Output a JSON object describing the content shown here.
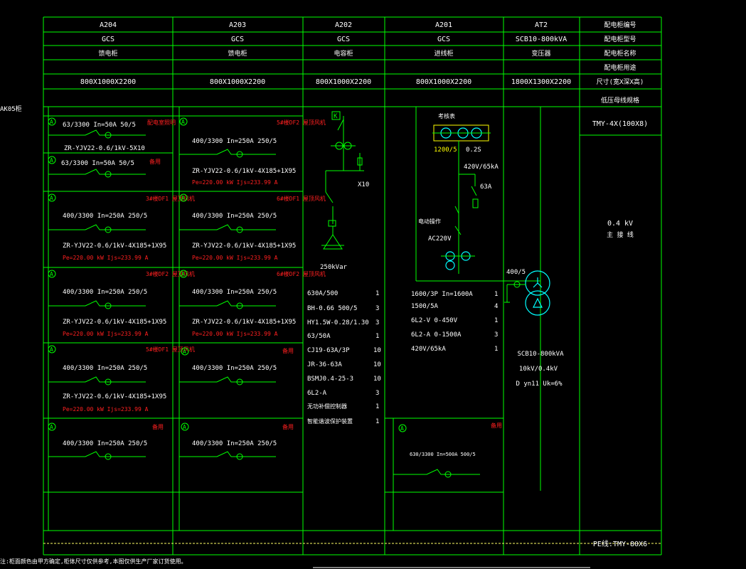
{
  "header": {
    "numbers": [
      "A204",
      "A203",
      "A202",
      "A201",
      "AT2"
    ],
    "models": [
      "GCS",
      "GCS",
      "GCS",
      "GCS",
      "SCB10-800kVA"
    ],
    "names": [
      "馈电柜",
      "馈电柜",
      "电容柜",
      "进线柜",
      "变压器"
    ],
    "dims": [
      "800X1000X2200",
      "800X1000X2200",
      "800X1000X2200",
      "800X1000X2200",
      "1800X1300X2200"
    ],
    "row_labels": [
      "配电柜编号",
      "配电柜型号",
      "配电柜名称",
      "配电柜用途",
      "尺寸(宽X深X高)"
    ]
  },
  "left_edge_label": "AK05柜",
  "busbar": {
    "label": "低压母线规格",
    "spec": "TMY-4X(100X8)",
    "voltage": "0.4 kV",
    "name": "主 接 线"
  },
  "pe_label": "PE线:TMY-80X6",
  "footer_note": "注:柜面颜色由甲方确定,柜体尺寸仅供参考,本图仅供生产厂家订货使用。",
  "feeders_a204": [
    {
      "line1": "63/3300  In=50A 50/5",
      "cable": "ZR-YJV22-0.6/1kV-5X10",
      "tag": "配电室照明",
      "power": ""
    },
    {
      "line1": "63/3300  In=50A 50/5",
      "cable": "",
      "tag": "备用",
      "power": ""
    },
    {
      "line1": "400/3300  In=250A 250/5",
      "cable": "ZR-YJV22-0.6/1kV-4X185+1X95",
      "tag": "3#楼DF1 屋顶风机",
      "power": "Pe=220.00 kW  Ijs=233.99 A"
    },
    {
      "line1": "400/3300  In=250A 250/5",
      "cable": "ZR-YJV22-0.6/1kV-4X185+1X95",
      "tag": "3#楼DF2 屋顶风机",
      "power": "Pe=220.00 kW  Ijs=233.99 A"
    },
    {
      "line1": "400/3300  In=250A 250/5",
      "cable": "ZR-YJV22-0.6/1kV-4X185+1X95",
      "tag": "5#楼DF1 屋顶风机",
      "power": "Pe=220.00 kW  Ijs=233.99 A"
    },
    {
      "line1": "400/3300  In=250A 250/5",
      "cable": "",
      "tag": "备用",
      "power": ""
    }
  ],
  "feeders_a203": [
    {
      "line1": "400/3300  In=250A 250/5",
      "cable": "ZR-YJV22-0.6/1kV-4X185+1X95",
      "tag": "5#楼DF2 屋顶风机",
      "power": "Pe=220.00 kW  Ijs=233.99 A"
    },
    {
      "line1": "400/3300  In=250A 250/5",
      "cable": "ZR-YJV22-0.6/1kV-4X185+1X95",
      "tag": "6#楼DF1 屋顶风机",
      "power": "Pe=220.00 kW  Ijs=233.99 A"
    },
    {
      "line1": "400/3300  In=250A 250/5",
      "cable": "ZR-YJV22-0.6/1kV-4X185+1X95",
      "tag": "6#楼DF2 屋顶风机",
      "power": "Pe=220.00 kW  Ijs=233.99 A"
    },
    {
      "line1": "400/3300  In=250A 250/5",
      "cable": "",
      "tag": "备用",
      "power": ""
    },
    {
      "line1": "400/3300  In=250A 250/5",
      "cable": "",
      "tag": "备用",
      "power": ""
    }
  ],
  "a202": {
    "symbol_k": "K",
    "x10": "X10",
    "capacity": "250kVar",
    "parts": [
      {
        "name": "630A/500",
        "qty": "1"
      },
      {
        "name": "BH-0.66 500/5",
        "qty": "3"
      },
      {
        "name": "HY1.5W-0.28/1.30",
        "qty": "3"
      },
      {
        "name": "63/50A",
        "qty": "1"
      },
      {
        "name": "CJ19-63A/3P",
        "qty": "10"
      },
      {
        "name": "JR-36-63A",
        "qty": "10"
      },
      {
        "name": "BSMJ0.4-25-3",
        "qty": "10"
      },
      {
        "name": "6L2-A",
        "qty": "3"
      },
      {
        "name": "无功补偿控制器",
        "qty": "1"
      },
      {
        "name": "智能谐波保护装置",
        "qty": "1"
      }
    ]
  },
  "a201": {
    "meter": "考核表",
    "ct": "1200/5",
    "class": "0.2S",
    "surge": "420V/65kA",
    "fuse": "63A",
    "motor": "电动操作",
    "ac": "AC220V",
    "ct2": "400/5",
    "parts": [
      {
        "name": "1600/3P  In=1600A",
        "qty": "1"
      },
      {
        "name": "1500/5A",
        "qty": "4"
      },
      {
        "name": "6L2-V  0-450V",
        "qty": "1"
      },
      {
        "name": "6L2-A  0-1500A",
        "qty": "3"
      },
      {
        "name": "420V/65kA",
        "qty": "1"
      }
    ],
    "spare_line": "630/3300  In=500A 500/5",
    "spare_tag": "备用"
  },
  "transformer": {
    "model": "SCB10-800kVA",
    "ratio": "10kV/0.4kV",
    "group": "D yn11  Uk=6%"
  },
  "colors": {
    "line": "#00ff00",
    "text": "#ffffff",
    "red": "#ff2020",
    "yellow": "#ffff00",
    "cyan": "#00ffff",
    "background": "#000000"
  }
}
